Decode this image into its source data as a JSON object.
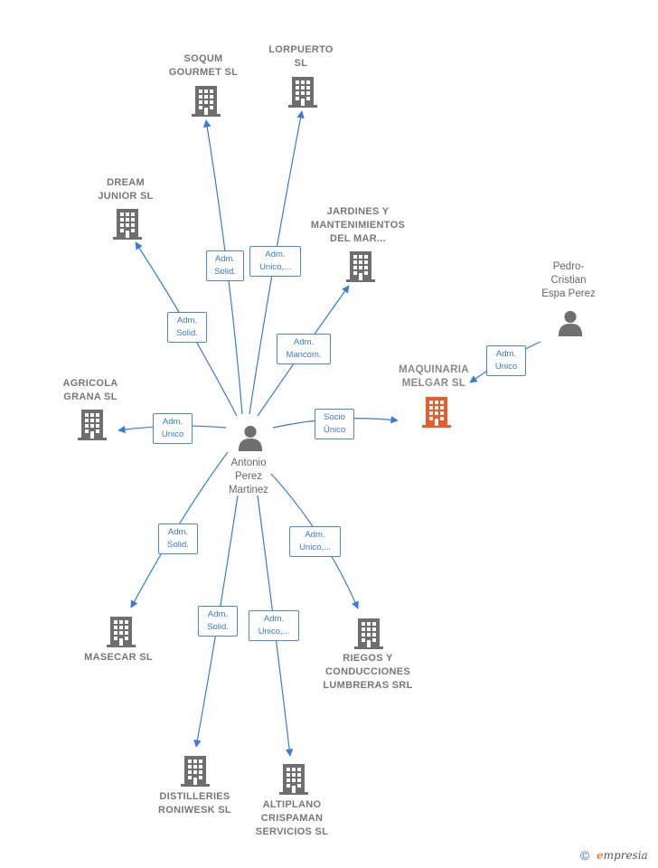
{
  "center": {
    "name": "Antonio\nPerez\nMartinez"
  },
  "focus_company": {
    "name": "MAQUINARIA\nMELGAR  SL"
  },
  "other_person": {
    "name": "Pedro-\nCristian\nEspa Perez",
    "relation": "Adm.\nUnico"
  },
  "companies": [
    {
      "id": "soqum",
      "name": "SOQUM\nGOURMET  SL",
      "relation": "Adm.\nSolid."
    },
    {
      "id": "lorpuerto",
      "name": "LORPUERTO\nSL",
      "relation": "Adm.\nUnico,..."
    },
    {
      "id": "dream",
      "name": "DREAM\nJUNIOR  SL",
      "relation": "Adm.\nSolid."
    },
    {
      "id": "jardines",
      "name": "JARDINES Y\nMANTENIMIENTOS\nDEL MAR...",
      "relation": "Adm.\nMancom."
    },
    {
      "id": "agricola",
      "name": "AGRICOLA\nGRANA  SL",
      "relation": "Adm.\nUnico"
    },
    {
      "id": "maquinaria",
      "name": "",
      "relation": "Socio\nÚnico"
    },
    {
      "id": "masecar",
      "name": "MASECAR SL",
      "relation": "Adm.\nSolid."
    },
    {
      "id": "distilleries",
      "name": "DISTILLERIES\nRONIWESK SL",
      "relation": "Adm.\nSolid."
    },
    {
      "id": "altiplano",
      "name": "ALTIPLANO\nCRISPAMAN\nSERVICIOS  SL",
      "relation": "Adm.\nUnico,..."
    },
    {
      "id": "riegos",
      "name": "RIEGOS Y\nCONDUCCIONES\nLUMBRERAS SRL",
      "relation": "Adm.\nUnico,..."
    }
  ],
  "colors": {
    "edge": "#3a7bd5",
    "building": "#6f6f6f",
    "focus": "#f05a28",
    "person": "#6f6f6f"
  },
  "footer": {
    "copyright": "©",
    "brand_first": "e",
    "brand_rest": "mpresia"
  }
}
